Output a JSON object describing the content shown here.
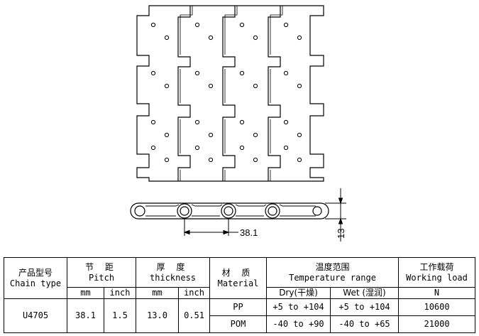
{
  "drawing": {
    "pitch_dimension": "38.1",
    "thickness_dimension": "13"
  },
  "table": {
    "chain_type": {
      "cn": "产品型号",
      "en": "Chain type"
    },
    "pitch": {
      "cn": "节 距",
      "en": "Pitch",
      "unit_mm": "mm",
      "unit_inch": "inch"
    },
    "thickness": {
      "cn": "厚  度",
      "en": "thickness",
      "unit_mm": "mm",
      "unit_inch": "inch"
    },
    "material": {
      "cn": "材 质",
      "en": "Material"
    },
    "temperature": {
      "cn": "温度范围",
      "en": "Temperature range",
      "dry": "Dry(干燥)",
      "wet": "Wet (湿润)"
    },
    "working_load": {
      "cn": "工作载荷",
      "en": "Working load",
      "unit": "N"
    },
    "row": {
      "model": "U4705",
      "pitch_mm": "38.1",
      "pitch_inch": "1.5",
      "thickness_mm": "13.0",
      "thickness_inch": "0.51",
      "materials": [
        {
          "name": "PP",
          "dry": "+5 to +104",
          "wet": "+5 to +104",
          "load": "10600"
        },
        {
          "name": "POM",
          "dry": "-40 to +90",
          "wet": "-40 to +65",
          "load": "21000"
        }
      ]
    }
  }
}
